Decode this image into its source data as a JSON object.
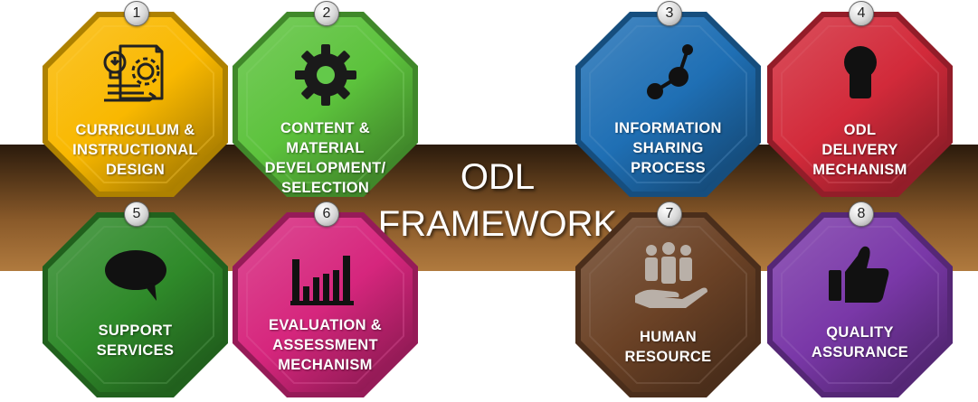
{
  "framework_title": [
    "ODL",
    "FRAMEWORK"
  ],
  "components": [
    {
      "number": "1",
      "lines": [
        "CURRICULUM &",
        "INSTRUCTIONAL",
        "DESIGN"
      ],
      "color": "#f9b800",
      "icon": "blueprint-gear-icon"
    },
    {
      "number": "2",
      "lines": [
        "CONTENT &",
        "MATERIAL",
        "DEVELOPMENT/",
        "SELECTION"
      ],
      "color": "#5cc23c",
      "icon": "gear-icon"
    },
    {
      "number": "3",
      "lines": [
        "INFORMATION",
        "SHARING",
        "PROCESS"
      ],
      "color": "#1f6fb4",
      "icon": "share-nodes-icon"
    },
    {
      "number": "4",
      "lines": [
        "ODL",
        "DELIVERY",
        "MECHANISM"
      ],
      "color": "#d22a3a",
      "icon": "keyhole-icon"
    },
    {
      "number": "5",
      "lines": [
        "SUPPORT",
        "SERVICES"
      ],
      "color": "#2f8a2a",
      "icon": "speech-bubble-icon"
    },
    {
      "number": "6",
      "lines": [
        "EVALUATION &",
        "ASSESSMENT",
        "MECHANISM"
      ],
      "color": "#d6267d",
      "icon": "bar-chart-icon"
    },
    {
      "number": "7",
      "lines": [
        "HUMAN",
        "RESOURCE"
      ],
      "color": "#6b4226",
      "icon": "people-hand-icon"
    },
    {
      "number": "8",
      "lines": [
        "QUALITY",
        "ASSURANCE"
      ],
      "color": "#7a38a8",
      "icon": "thumbs-up-icon"
    }
  ]
}
